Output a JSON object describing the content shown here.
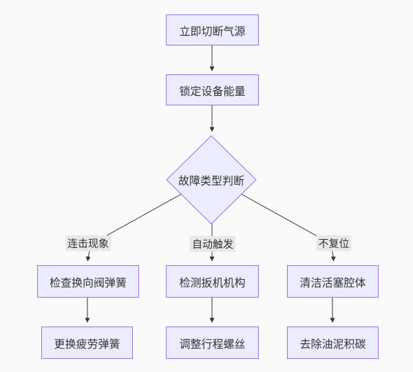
{
  "diagram": {
    "type": "flowchart",
    "direction": "top-down",
    "colors": {
      "background": "#fafafa",
      "node_fill": "#ECECFF",
      "node_border": "#9370DB",
      "line_color": "#333333",
      "edge_label_bg": "#e8e8e8",
      "text_color": "#333333"
    },
    "nodes": {
      "cut_gas": {
        "label": "立即切断气源",
        "shape": "rect"
      },
      "lock_energy": {
        "label": "锁定设备能量",
        "shape": "rect"
      },
      "decision": {
        "label": "故障类型判断",
        "shape": "diamond"
      },
      "check_valve": {
        "label": "检查换向阀弹簧",
        "shape": "rect"
      },
      "check_trigger": {
        "label": "检测扳机机构",
        "shape": "rect"
      },
      "clean_piston": {
        "label": "清洁活塞腔体",
        "shape": "rect"
      },
      "replace_spring": {
        "label": "更换疲劳弹簧",
        "shape": "rect"
      },
      "adjust_screw": {
        "label": "调整行程螺丝",
        "shape": "rect"
      },
      "remove_sludge": {
        "label": "去除油泥积碳",
        "shape": "rect"
      }
    },
    "edges": [
      {
        "from": "立即切断气源",
        "to": "锁定设备能量",
        "label": ""
      },
      {
        "from": "锁定设备能量",
        "to": "故障类型判断",
        "label": ""
      },
      {
        "from": "故障类型判断",
        "to": "检查换向阀弹簧",
        "label": "连击现象"
      },
      {
        "from": "故障类型判断",
        "to": "检测扳机机构",
        "label": "自动触发"
      },
      {
        "from": "故障类型判断",
        "to": "清洁活塞腔体",
        "label": "不复位"
      },
      {
        "from": "检查换向阀弹簧",
        "to": "更换疲劳弹簧",
        "label": ""
      },
      {
        "from": "检测扳机机构",
        "to": "调整行程螺丝",
        "label": ""
      },
      {
        "from": "清洁活塞腔体",
        "to": "去除油泥积碳",
        "label": ""
      }
    ]
  }
}
